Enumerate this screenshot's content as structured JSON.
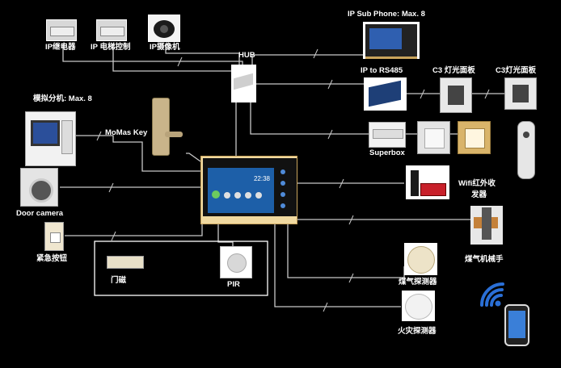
{
  "labels": {
    "ip_relay": "IP继电器",
    "ip_elevator": "IP 电梯控制",
    "ip_camera": "IP摄像机",
    "hub": "HUB",
    "ip_sub_phone": "IP Sub Phone: Max. 8",
    "ip_to_rs485": "IP to RS485",
    "c3_panel_1": "C3 灯光面板",
    "c3_panel_2": "C3灯光面板",
    "analog_ext": "模拟分机: Max. 8",
    "momas_key": "MoMas Key",
    "superbox": "Superbox",
    "wifi_ir_line1": "Wifi红外收",
    "wifi_ir_line2": "发器",
    "door_camera": "Door camera",
    "emergency": "紧急按钮",
    "gas_manipulator": "煤气机械手",
    "door_sensor": "门磁",
    "pir": "PIR",
    "gas_detector": "煤气探测器",
    "fire_detector": "火灾探测器"
  },
  "main_panel": {
    "clock": "22:38"
  },
  "colors": {
    "background": "#000000",
    "wire": "#c8c8c8",
    "label": "#ffffff",
    "panel_gold": "#c9a45c",
    "wifi_blue": "#2a6fd6"
  }
}
